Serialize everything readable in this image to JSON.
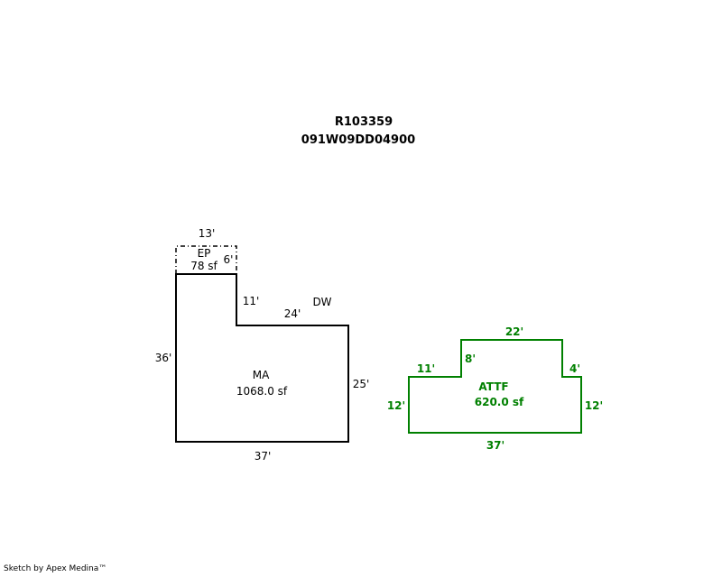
{
  "header": {
    "parcel_id": "R103359",
    "map_number": "091W09DD04900"
  },
  "colors": {
    "main_line": "#000000",
    "attf_line": "#008000"
  },
  "areas": {
    "ep": {
      "code": "EP",
      "area": "78 sf",
      "dim_top": "13'",
      "dim_right": "6'",
      "line_style": "dash-dot"
    },
    "ma": {
      "code": "MA",
      "area": "1068.0 sf",
      "dim_left": "36'",
      "dim_bottom": "37'",
      "dim_right": "25'",
      "dim_inner_vertical": "11'",
      "dim_inner_horizontal": "24'"
    },
    "dw": {
      "code": "DW"
    },
    "attf": {
      "code": "ATTF",
      "area": "620.0 sf",
      "dim_top": "22'",
      "dim_left_step": "11'",
      "dim_left_rise": "8'",
      "dim_right_rise": "4'",
      "dim_left": "12'",
      "dim_right": "12'",
      "dim_bottom": "37'"
    }
  },
  "footer": {
    "credit": "Sketch by Apex Medina™"
  }
}
